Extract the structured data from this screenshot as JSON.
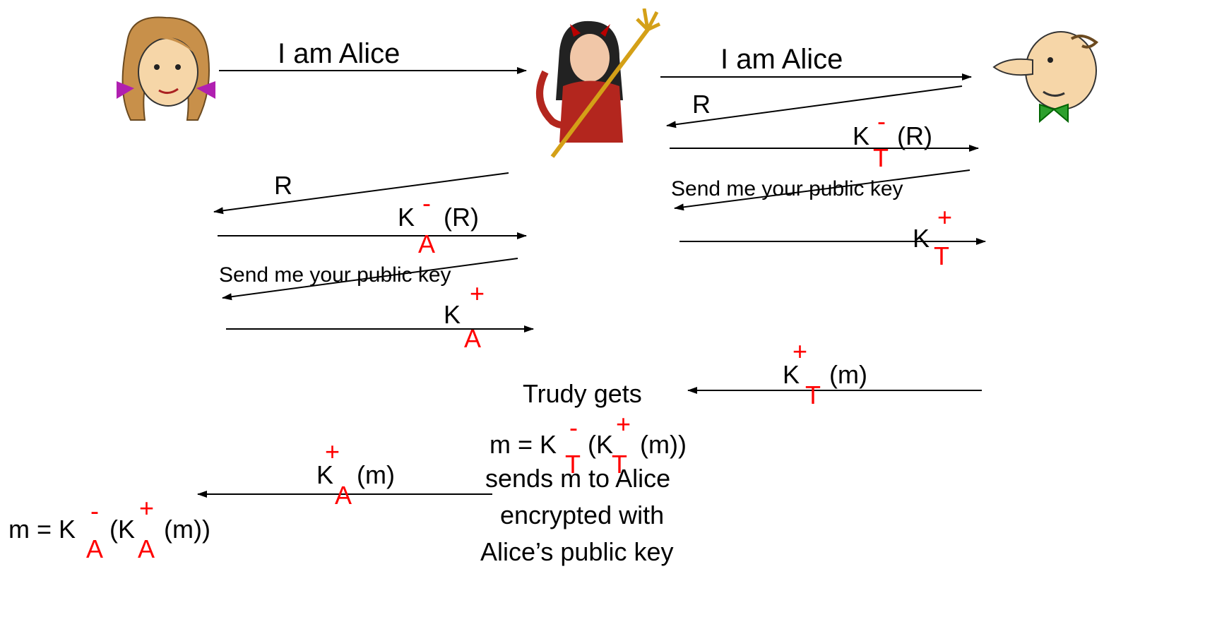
{
  "left_side": {
    "msg_iam": "I am Alice",
    "msg_r": "R",
    "k": "K",
    "sup_minus": "-",
    "sub_a": "A",
    "paren_r": "(R)",
    "msg_sendkey": "Send me your public key",
    "sup_plus": "+"
  },
  "right_side": {
    "msg_iam": "I am Alice",
    "msg_r": "R",
    "k": "K",
    "sup_minus": "-",
    "sub_t": "T",
    "paren_r": "(R)",
    "msg_sendkey": "Send me your public key",
    "sup_plus": "+"
  },
  "bob_message": {
    "k": "K",
    "sup_plus": "+",
    "sub_t": "T",
    "paren_m": "(m)"
  },
  "trudy_text": {
    "gets": "Trudy gets",
    "m_eq": "m = K",
    "sup_minus": "-",
    "sub_t1": "T",
    "open_k": "(K",
    "sup_plus": "+",
    "sub_t2": "T",
    "close": "(m))",
    "line3": "sends m to Alice",
    "line4": "encrypted with",
    "line5": "Alice’s public key"
  },
  "alice_message": {
    "k": "K",
    "sup_plus": "+",
    "sub_a": "A",
    "paren_m": "(m)"
  },
  "alice_result": {
    "m_eq": "m = K",
    "sup_minus": "-",
    "sub_a1": "A",
    "open_k": "(K",
    "sup_plus": "+",
    "sub_a2": "A",
    "close": "(m))"
  },
  "colors": {
    "key_color": "#ff0000",
    "arrow_color": "#000000"
  }
}
